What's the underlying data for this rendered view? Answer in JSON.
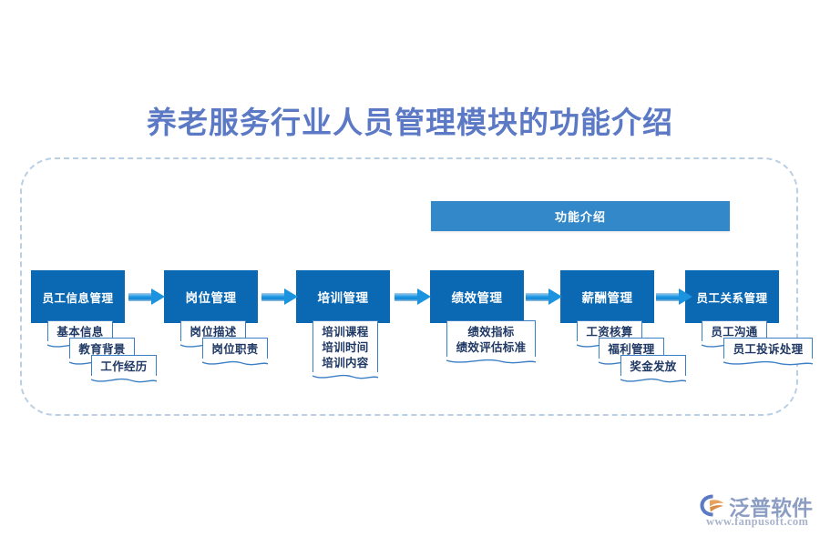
{
  "page": {
    "title": "养老服务行业人员管理模块的功能介绍",
    "title_color": "#5b79c4",
    "background": "#ffffff"
  },
  "banner": {
    "label": "功能介绍",
    "color": "#3288c8"
  },
  "colors": {
    "main_box": "#0b69b4",
    "arrow": "#1b93df",
    "card_border": "#3b7fc4",
    "card_text": "#1f3864",
    "frame_dash": "#b9cfe4"
  },
  "flow": {
    "groups": [
      {
        "title": "员工信息管理",
        "cards": [
          {
            "lines": [
              "基本信息"
            ]
          },
          {
            "lines": [
              "教育背景"
            ]
          },
          {
            "lines": [
              "工作经历"
            ]
          }
        ]
      },
      {
        "title": "岗位管理",
        "cards": [
          {
            "lines": [
              "岗位描述"
            ]
          },
          {
            "lines": [
              "岗位职责"
            ]
          }
        ]
      },
      {
        "title": "培训管理",
        "cards": [
          {
            "lines": [
              "培训课程",
              "培训时间",
              "培训内容"
            ]
          }
        ]
      },
      {
        "title": "绩效管理",
        "cards": [
          {
            "lines": [
              "绩效指标",
              "绩效评估标准"
            ]
          }
        ]
      },
      {
        "title": "薪酬管理",
        "cards": [
          {
            "lines": [
              "工资核算"
            ]
          },
          {
            "lines": [
              "福利管理"
            ]
          },
          {
            "lines": [
              "奖金发放"
            ]
          }
        ]
      },
      {
        "title": "员工关系管理",
        "cards": [
          {
            "lines": [
              "员工沟通"
            ]
          },
          {
            "lines": [
              "员工投诉处理"
            ]
          }
        ]
      }
    ],
    "arrow_count": 5
  },
  "logo": {
    "brand": "泛普软件",
    "url": "www.fanpusoft.com",
    "watermark": "泛普软件"
  }
}
